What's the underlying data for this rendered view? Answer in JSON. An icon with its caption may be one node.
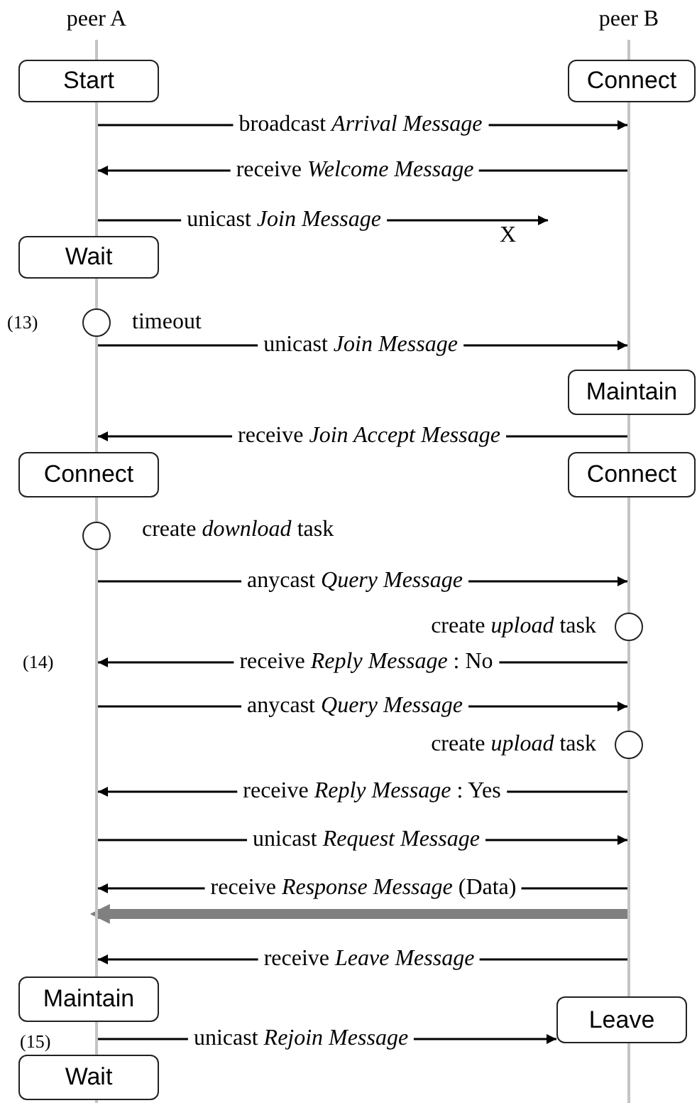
{
  "diagram": {
    "nodes": [
      {
        "text": [],
        "shape": "line",
        "beside": [
          "peer A"
        ]
      },
      {
        "text": [],
        "shape": "line",
        "beside": [
          "peer B"
        ]
      },
      {
        "text": [
          "Start"
        ]
      },
      {
        "text": [
          "Connect"
        ]
      },
      {
        "text": [
          "Wait"
        ]
      },
      {
        "text": [],
        "shape": "circle",
        "beside": [
          "timeout"
        ]
      },
      {
        "text": [
          "Maintain"
        ]
      },
      {
        "text": [
          "Connect"
        ]
      },
      {
        "text": [
          "Connect"
        ]
      },
      {
        "text": [],
        "shape": "circle",
        "beside": [
          "create *download* task"
        ]
      },
      {
        "text": [],
        "shape": "circle",
        "beside": [
          "create *upload* task"
        ]
      },
      {
        "text": [],
        "shape": "circle",
        "beside": [
          "create *upload* task"
        ]
      },
      {
        "text": [
          "Maintain"
        ]
      },
      {
        "text": [
          "Leave"
        ]
      },
      {
        "text": [
          "Wait"
        ]
      }
    ],
    "edges": [
      {
        "from": 0,
        "to": 1,
        "arrow": "to",
        "label": "broadcast *Arrival Message*"
      },
      {
        "from": 1,
        "to": 0,
        "arrow": "to",
        "label": "receive *Welcome Message*"
      },
      {
        "from": 0,
        "to": null,
        "arrow": "to",
        "label": "unicast *Join Message*"
      },
      {
        "from": 0,
        "to": 1,
        "arrow": "to",
        "label": "unicast *Join Message*"
      },
      {
        "from": 1,
        "to": 0,
        "arrow": "to",
        "label": "receive *Join Accept Message*"
      },
      {
        "from": 0,
        "to": 1,
        "arrow": "to",
        "label": "anycast *Query Message*"
      },
      {
        "from": 1,
        "to": 0,
        "arrow": "to",
        "label": "receive *Reply Message* : No"
      },
      {
        "from": 0,
        "to": 1,
        "arrow": "to",
        "label": "anycast *Query Message*"
      },
      {
        "from": 1,
        "to": 0,
        "arrow": "to",
        "label": "receive *Reply Message* : Yes"
      },
      {
        "from": 0,
        "to": 1,
        "arrow": "to",
        "label": "unicast *Request Message*"
      },
      {
        "from": 1,
        "to": 0,
        "arrow": "to",
        "label": "receive *Response Message* (Data)"
      },
      {
        "from": 1,
        "to": 0,
        "arrow": "to",
        "style": "thick",
        "color": "#808080"
      },
      {
        "from": 1,
        "to": 0,
        "arrow": "to",
        "label": "receive *Leave Message*"
      },
      {
        "from": 0,
        "to": 13,
        "arrow": "to",
        "label": "unicast *Rejoin Message*"
      }
    ],
    "labels": [
      "X",
      "(13)",
      "(14)",
      "(15)"
    ]
  }
}
